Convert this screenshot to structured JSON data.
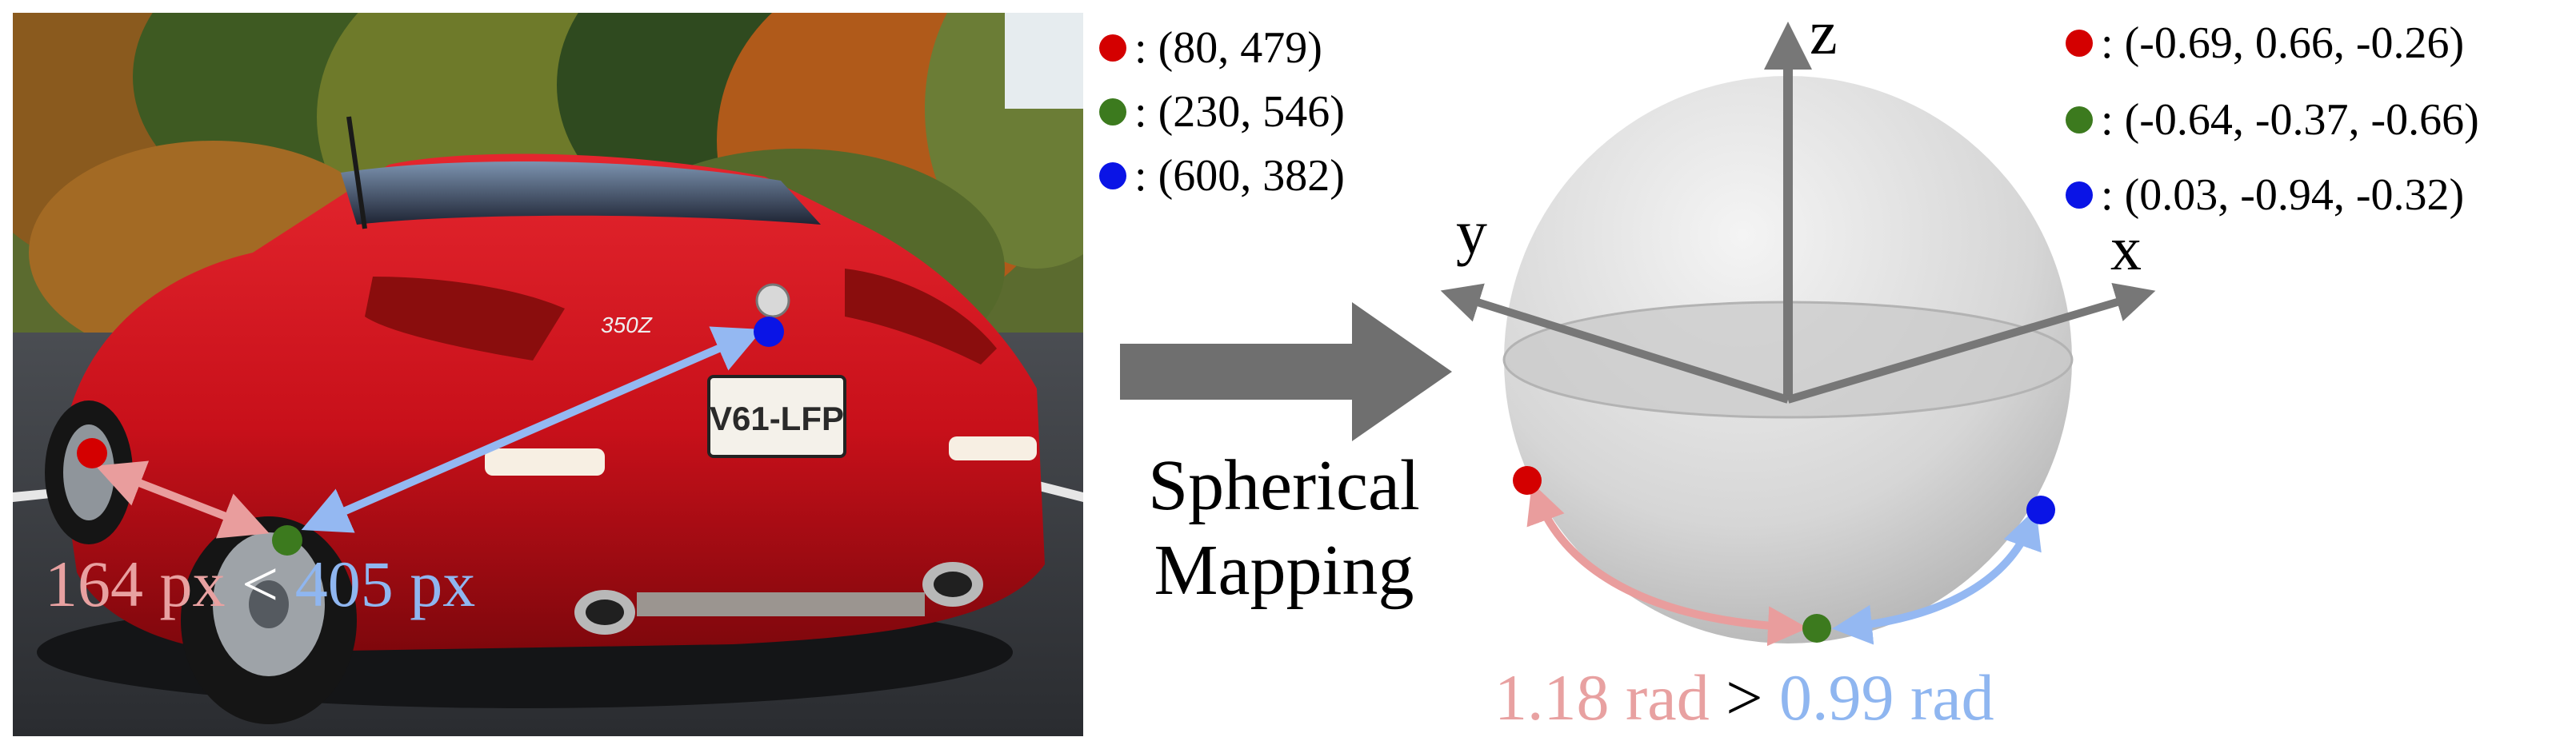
{
  "colors": {
    "red": "#d40000",
    "green": "#3c7a1e",
    "blue": "#0a14e6",
    "pink_text": "#e8a1a1",
    "lightblue_text": "#8fb6f0",
    "arrow_pink": "#e99d9d",
    "arrow_blue": "#94b8f2",
    "gray_arrow": "#6f6f6f",
    "axis": "#777777"
  },
  "image_points": {
    "red": "(80, 479)",
    "green": "(230, 546)",
    "blue": "(600, 382)"
  },
  "sphere_points": {
    "red": "(-0.69, 0.66, -0.26)",
    "green": "(-0.64, -0.37, -0.66)",
    "blue": "(0.03, -0.94, -0.32)"
  },
  "legend_prefix": ": ",
  "photo_caption": {
    "left_value": "164 px",
    "operator": "<",
    "right_value": "405 px"
  },
  "mapping_label": {
    "line1": "Spherical",
    "line2": "Mapping"
  },
  "axes": {
    "x": "x",
    "y": "y",
    "z": "z"
  },
  "sphere_caption": {
    "left_value": "1.18 rad",
    "operator": ">",
    "right_value": "0.99 rad"
  },
  "car": {
    "plate": "V61-LFP",
    "model_badge": "350Z"
  }
}
